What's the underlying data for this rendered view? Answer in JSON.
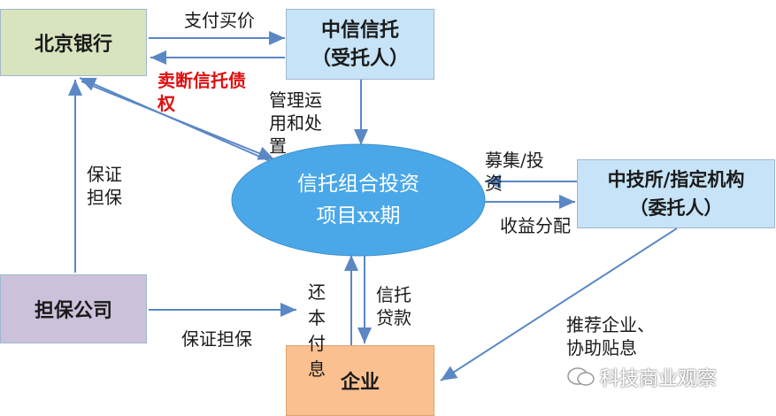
{
  "nodes": {
    "beijing_bank": "北京银行",
    "citic_trust_line1": "中信信托",
    "citic_trust_line2": "（受托人）",
    "trust_plan_line1": "信托组合投资",
    "trust_plan_line2": "项目xx期",
    "tech_exchange_line1": "中技所/指定机构",
    "tech_exchange_line2": "（委托人）",
    "guarantee_company": "担保公司",
    "enterprise": "企业"
  },
  "edges": {
    "pay_price": "支付买价",
    "sell_trust_line1": "卖断信托债",
    "sell_trust_line2": "权",
    "manage_line1": "管理运",
    "manage_line2": "用和处",
    "manage_line3": "置",
    "raise_line1": "募集/投",
    "raise_line2": "资",
    "profit_distribution": "收益分配",
    "guarantee_v1": "保证",
    "guarantee_v2": "担保",
    "guarantee_h": "保证担保",
    "repay": "还本付息",
    "trust_loan_line1": "信托",
    "trust_loan_line2": "贷款",
    "recommend_line1": "推荐企业、",
    "recommend_line2": "协助贴息"
  },
  "watermark": "科技商业观察",
  "colors": {
    "bank_fill": "#d7e4bd",
    "trust_fill": "#c6e3f7",
    "ellipse_fill": "#4aa8e8",
    "guarantee_fill": "#ccc1da",
    "enterprise_fill": "#fac08f",
    "arrow": "#5b87c5",
    "red_text": "#e01010"
  }
}
